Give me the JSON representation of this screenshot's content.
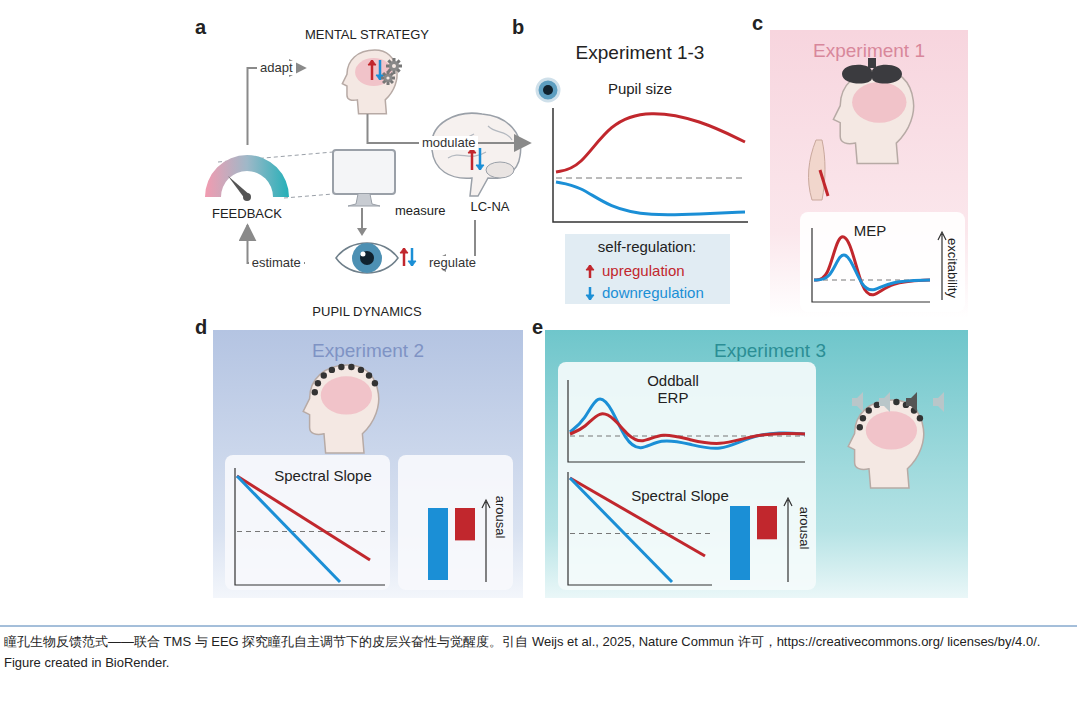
{
  "diagram": {
    "caption": "瞳孔生物反馈范式——联合 TMS 与 EEG 探究瞳孔自主调节下的皮层兴奋性与觉醒度。引自 Weijs et al., 2025, Nature Commun 许可，https://creativecommons.org/ licenses/by/4.0/. Figure created in BioRender.",
    "nodes": [
      {
        "text": [
          "MENTAL STRATEGY"
        ]
      },
      {
        "text": [
          "LC-NA"
        ]
      },
      {
        "text": [
          "PUPIL DYNAMICS"
        ]
      },
      {
        "text": [
          "FEEDBACK"
        ]
      },
      {
        "text": [
          "Experiment 1"
        ]
      },
      {
        "text": [
          "MEP",
          "excitability"
        ],
        "in": 4
      },
      {
        "text": [
          "Experiment 2"
        ]
      },
      {
        "text": [
          "Spectral Slope",
          "arousal"
        ],
        "in": 6
      },
      {
        "text": [
          "Experiment 3"
        ]
      },
      {
        "text": [
          "Oddball ERP",
          "Spectral Slope",
          "arousal"
        ],
        "in": 8
      }
    ],
    "edges": [
      {
        "from": 0,
        "to": 1,
        "label": "modulate",
        "arrow": "to"
      },
      {
        "from": 1,
        "to": 2,
        "label": "regulate",
        "arrow": "to"
      },
      {
        "from": 2,
        "to": 3,
        "label": "estimate",
        "arrow": "to"
      },
      {
        "from": 3,
        "to": 0,
        "label": "adapt",
        "arrow": "to"
      }
    ],
    "labels": [
      "a",
      "b",
      "c",
      "d",
      "e",
      "Experiment 1-3",
      "Pupil size",
      "self-regulation:",
      "measure"
    ],
    "legend": [
      {
        "text": "upregulation"
      },
      {
        "text": "downregulation"
      }
    ]
  }
}
